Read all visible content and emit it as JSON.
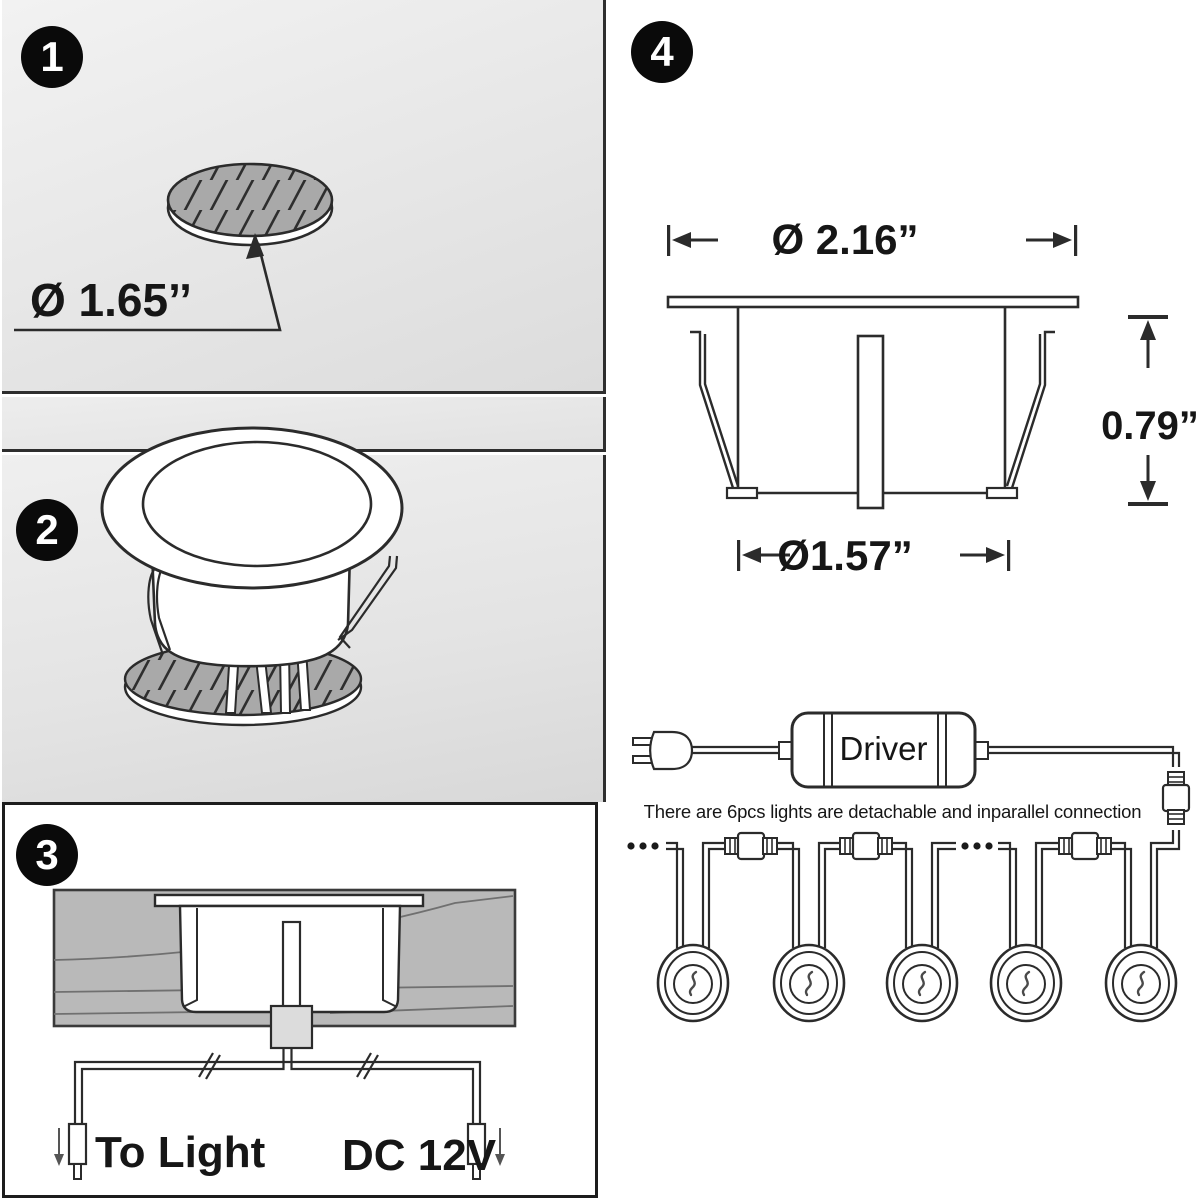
{
  "steps": {
    "step1": {
      "badge": "1",
      "hole_diameter_label": "Ø 1.65’’"
    },
    "step2": {
      "badge": "2"
    },
    "step3": {
      "badge": "3",
      "to_light_label": "To Light",
      "power_label": "DC 12V"
    },
    "step4": {
      "badge": "4",
      "flange_diameter_label": "Ø 2.16”",
      "height_label": "0.79”",
      "body_diameter_label": "Ø1.57”",
      "driver_label": "Driver",
      "wiring_note": "There are 6pcs lights are detachable and inparallel connection",
      "lights_shown": 5
    }
  },
  "colors": {
    "line": "#2b2b2b",
    "panel_gray": "#e7e7e7",
    "hatch_fill": "#a9a9a9",
    "wood_fill": "#b9b9b9",
    "badge_bg": "#0a0a0a",
    "badge_fg": "#ffffff"
  },
  "icons": [
    "step-badge",
    "drill-hole",
    "recessed-light-fixture",
    "deck-cross-section",
    "power-plug",
    "driver-box",
    "wire-connector",
    "deck-light",
    "dimension-arrow"
  ]
}
